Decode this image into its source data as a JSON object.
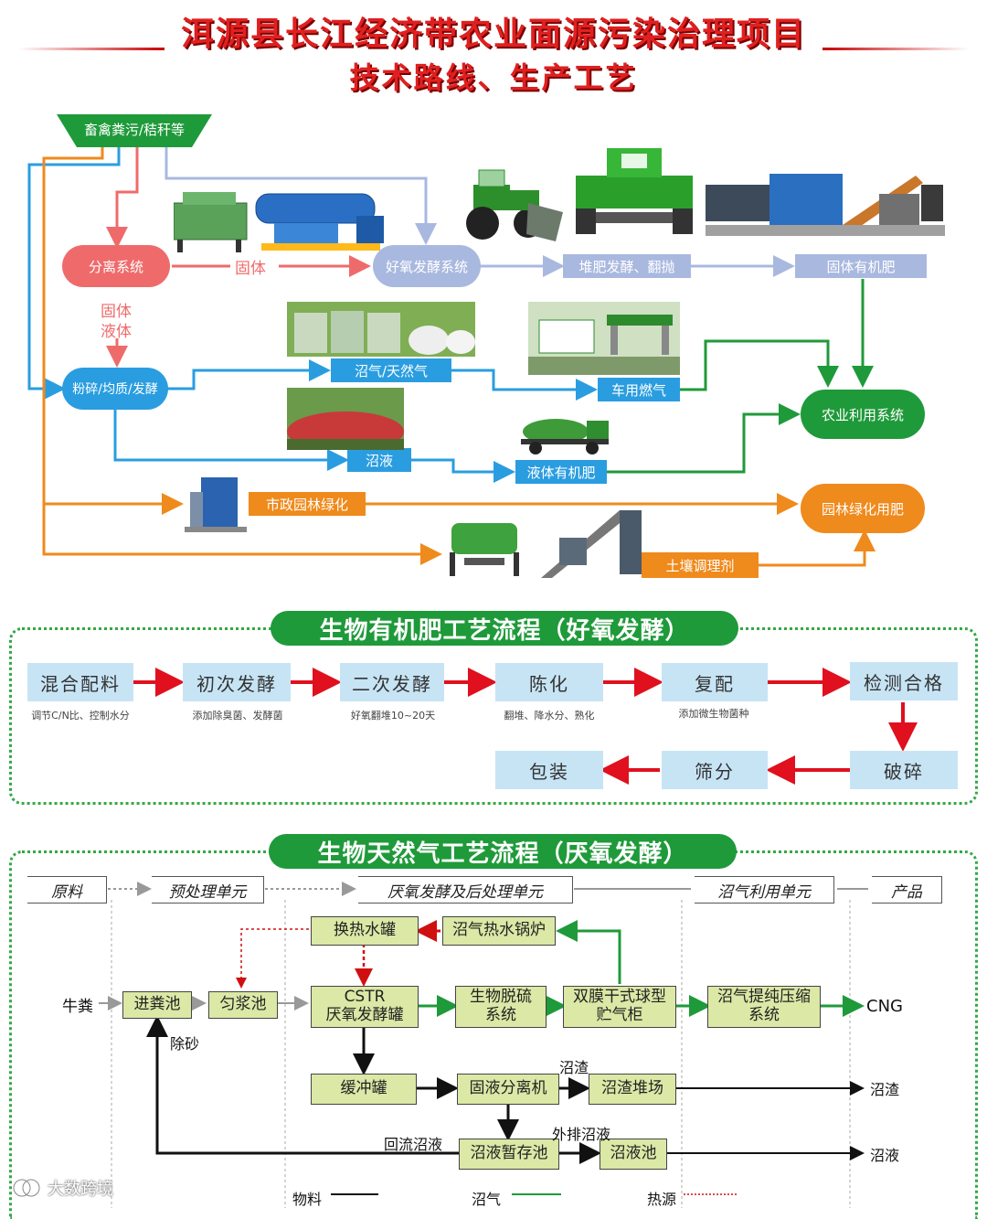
{
  "header": {
    "title": "洱源县长江经济带农业面源污染治理项目",
    "subtitle": "技术路线、生产工艺"
  },
  "top_flow": {
    "source": "畜禽粪污/秸秆等",
    "separation": "分离系统",
    "solid_label": "固体",
    "split_label_1": "固体",
    "split_label_2": "液体",
    "aerobic": "好氧发酵系统",
    "compost": "堆肥发酵、翻抛",
    "solid_fertilizer": "固体有机肥",
    "crush": "粉碎/均质/发酵",
    "biogas": "沼气/天然气",
    "vehicle_gas": "车用燃气",
    "agri_system": "农业利用系统",
    "slurry": "沼液",
    "liquid_fertilizer": "液体有机肥",
    "municipal": "市政园林绿化",
    "garden_fertilizer": "园林绿化用肥",
    "soil": "土壤调理剂"
  },
  "aerobic_section": {
    "title": "生物有机肥工艺流程（好氧发酵）",
    "steps": [
      {
        "label": "混合配料",
        "note": "调节C/N比、控制水分"
      },
      {
        "label": "初次发酵",
        "note": "添加除臭菌、发酵菌"
      },
      {
        "label": "二次发酵",
        "note": "好氧翻堆10~20天"
      },
      {
        "label": "陈化",
        "note": "翻堆、降水分、熟化"
      },
      {
        "label": "复配",
        "note": "添加微生物菌种"
      },
      {
        "label": "检测合格",
        "note": ""
      }
    ],
    "steps_row2": [
      "包装",
      "筛分",
      "破碎"
    ]
  },
  "anaerobic_section": {
    "title": "生物天然气工艺流程（厌氧发酵）",
    "headers": [
      "原料",
      "预处理单元",
      "厌氧发酵及后处理单元",
      "沼气利用单元",
      "产品"
    ],
    "input": "牛粪",
    "boxes": {
      "feed_pool": "进粪池",
      "homog_pool": "匀浆池",
      "heat_tank": "换热水罐",
      "boiler": "沼气热水锅炉",
      "cstr_1": "CSTR",
      "cstr_2": "厌氧发酵罐",
      "desulf_1": "生物脱硫",
      "desulf_2": "系统",
      "holder_1": "双膜干式球型",
      "holder_2": "贮气柜",
      "purify_1": "沼气提纯压缩",
      "purify_2": "系统",
      "buffer": "缓冲罐",
      "separator": "固液分离机",
      "residue_yard": "沼渣堆场",
      "temp_pool": "沼液暂存池",
      "slurry_pool": "沼液池"
    },
    "labels": {
      "sand": "除砂",
      "cng": "CNG",
      "residue_top": "沼渣",
      "residue_out": "沼渣",
      "reflux": "回流沼液",
      "discharge": "外排沼液",
      "slurry_out": "沼液"
    },
    "legend": {
      "material": "物料",
      "biogas": "沼气",
      "heat": "热源"
    }
  },
  "watermark": "大数跨境",
  "colors": {
    "red": "#e02020",
    "pink": "#ef6b6b",
    "lavender": "#a9b8df",
    "blue": "#2a9de0",
    "green": "#1f9a3a",
    "orange": "#ef8a1c",
    "olive_box": "#dbe8a6",
    "step_blue": "#c7e4f5"
  }
}
